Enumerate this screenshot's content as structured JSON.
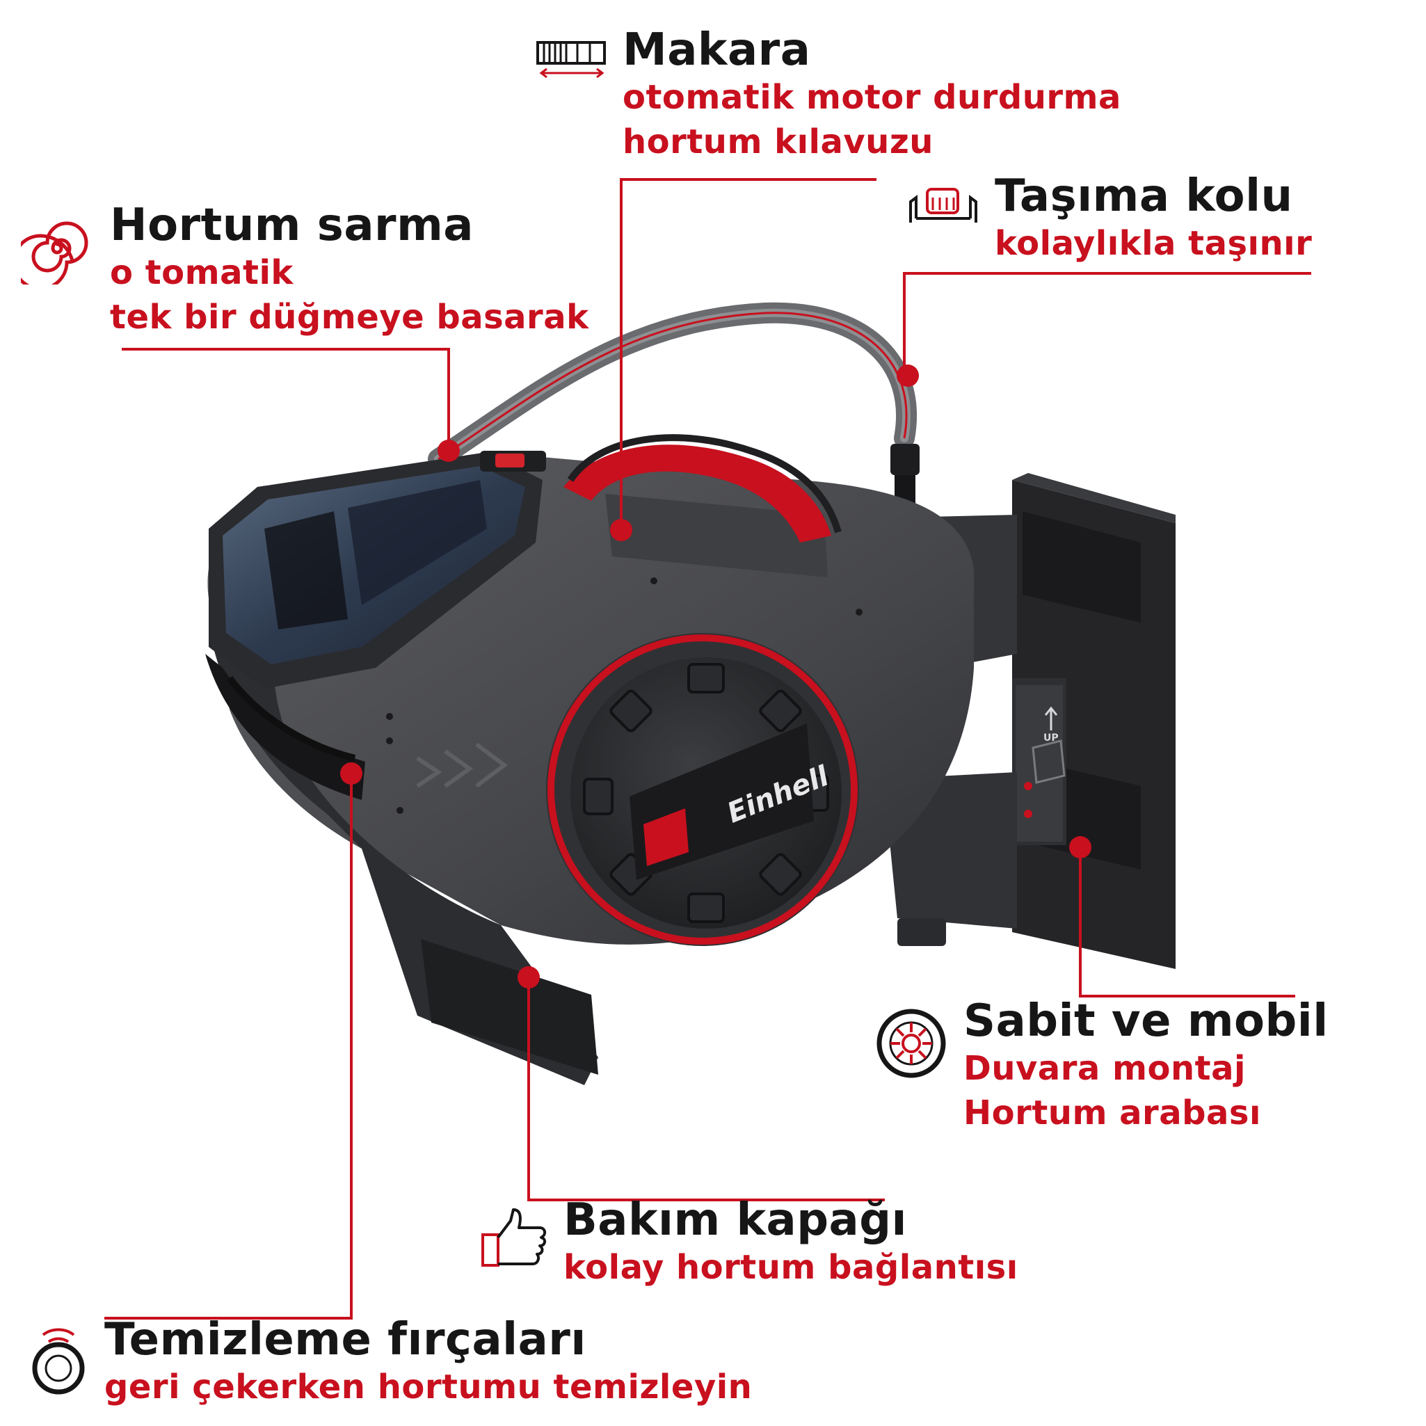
{
  "colors": {
    "accent": "#c8101e",
    "text": "#161616",
    "body": "#4a4b4e",
    "body_dark": "#2b2c2f",
    "mount": "#232325"
  },
  "brand": {
    "logo_text": "Einhell"
  },
  "device": {
    "mount_label": "UP"
  },
  "features": [
    {
      "id": "makara",
      "icon": "reel-icon",
      "title": "Makara",
      "lines": [
        "otomatik motor durdurma",
        "hortum kılavuzu"
      ]
    },
    {
      "id": "tasima",
      "icon": "handle-icon",
      "title": "Taşıma kolu",
      "lines": [
        "kolaylıkla taşınır"
      ]
    },
    {
      "id": "sarma",
      "icon": "spiral-icon",
      "title": "Hortum sarma",
      "lines": [
        "o tomatik",
        "tek bir düğmeye basarak"
      ]
    },
    {
      "id": "sabit",
      "icon": "wheel-icon",
      "title": "Sabit ve mobil",
      "lines": [
        "Duvara montaj",
        "Hortum arabası"
      ]
    },
    {
      "id": "bakim",
      "icon": "thumbs-up-icon",
      "title": "Bakım kapağı",
      "lines": [
        "kolay hortum bağlantısı"
      ]
    },
    {
      "id": "temizleme",
      "icon": "ring-icon",
      "title": "Temizleme fırçaları",
      "lines": [
        "geri çekerken hortumu temizleyin"
      ]
    }
  ]
}
